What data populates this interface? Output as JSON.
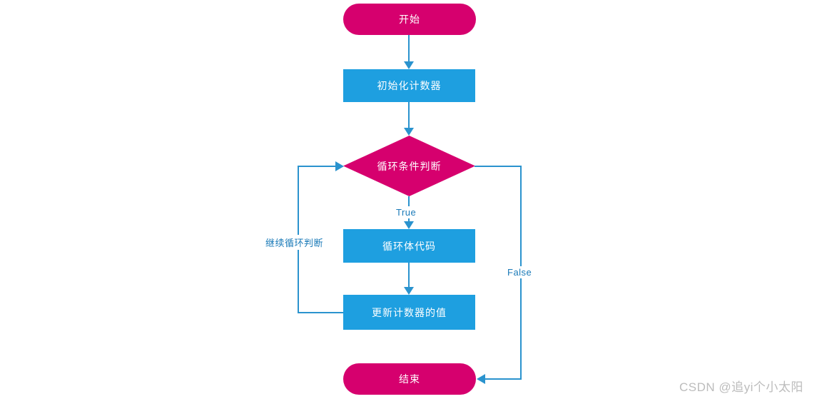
{
  "diagram": {
    "nodes": {
      "start": {
        "label": "开始",
        "type": "terminal"
      },
      "init": {
        "label": "初始化计数器",
        "type": "process"
      },
      "condition": {
        "label": "循环条件判断",
        "type": "decision"
      },
      "body": {
        "label": "循环体代码",
        "type": "process"
      },
      "update": {
        "label": "更新计数器的值",
        "type": "process"
      },
      "end": {
        "label": "结束",
        "type": "terminal"
      }
    },
    "edge_labels": {
      "true_branch": "True",
      "false_branch": "False",
      "loop_back": "继续循环判断"
    },
    "colors": {
      "terminal": "#d6006e",
      "process": "#1e9fe0",
      "line": "#2a93ce",
      "label_text": "#1a7ab8",
      "watermark": "#bcbcbc"
    }
  },
  "watermark": {
    "text": "CSDN @追yi个小太阳"
  }
}
